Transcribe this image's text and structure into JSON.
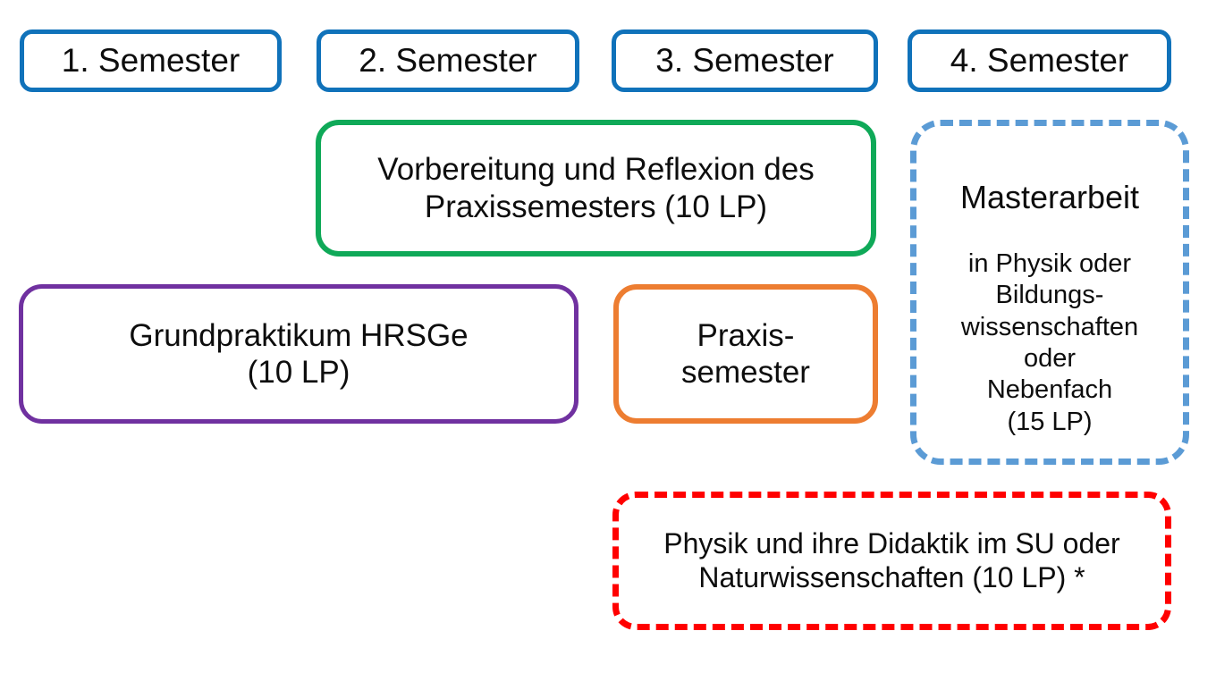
{
  "diagram": {
    "title_text": "",
    "semesters": [
      {
        "id": "sem-1",
        "label": "1. Semester"
      },
      {
        "id": "sem-2",
        "label": "2. Semester"
      },
      {
        "id": "sem-3",
        "label": "3. Semester"
      },
      {
        "id": "sem-4",
        "label": "4. Semester"
      }
    ],
    "modules": {
      "vorbereitung": {
        "label": "Vorbereitung und Reflexion des\nPraxissemesters (10 LP)",
        "credits": "10 LP",
        "border_color": "#0FA958",
        "border_style": "solid",
        "spans_semesters": "2-3"
      },
      "masterarbeit": {
        "headline": "Masterarbeit",
        "label": "in Physik oder\nBildungs-\nwissenschaften\noder\nNebenfach\n(15 LP)",
        "credits": "15 LP",
        "border_color": "#5B9BD5",
        "border_style": "dashed",
        "spans_semesters": "4"
      },
      "grundpraktikum": {
        "label": "Grundpraktikum HRSGe\n(10 LP)",
        "credits": "10 LP",
        "border_color": "#7031A0",
        "border_style": "solid",
        "spans_semesters": "1-2"
      },
      "praxissemester": {
        "label": "Praxis-\nsemester",
        "credits": "",
        "border_color": "#ED7D31",
        "border_style": "solid",
        "spans_semesters": "3"
      },
      "didaktik": {
        "label": "Physik und ihre Didaktik im SU oder\nNaturwissenschaften (10 LP) *",
        "credits": "10 LP",
        "footnote_marker": "*",
        "border_color": "#FF0000",
        "border_style": "dashed",
        "spans_semesters": "3-4"
      }
    },
    "colors": {
      "semester_header": "#1072BA",
      "text": "#0D0D0D",
      "background": "#FFFFFF"
    }
  }
}
